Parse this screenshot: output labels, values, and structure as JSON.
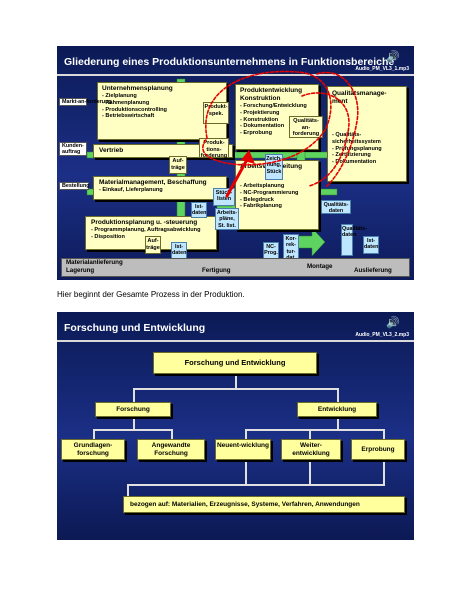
{
  "slide1": {
    "title": "Gliederung eines Produktionsunternehmens in Funktionsbereiche",
    "audio": "Audio_PM_VL3_1.mp3",
    "unternehmensplanung": {
      "title": "Unternehmensplanung",
      "items": [
        "Zielplanung",
        "Rahmenplanung",
        "Produktionscontrolling",
        "Betriebswirtschaft"
      ]
    },
    "vertrieb": {
      "title": "Vertrieb"
    },
    "produktentwicklung": {
      "title": "Produktentwicklung",
      "subtitle": "Konstruktion",
      "items": [
        "Forschung/Entwicklung",
        "Projektierung",
        "Konstruktion",
        "Dokumentation",
        "Erprobung"
      ]
    },
    "qualitaet": {
      "title": "Qualitätsmanage-ment",
      "items": [
        "Qualitäts-sicherheitssystem",
        "Prüfungsplanung",
        "Zertifizierung",
        "Dokumentation"
      ]
    },
    "material": {
      "title": "Materialmanagement, Beschaffung",
      "items": [
        "Einkauf, Lieferplanung"
      ]
    },
    "arbeitsvorbereitung": {
      "title": "Arbeitsvorbereitung",
      "items": [
        "Arbeitsplanung",
        "NC-Programmierung",
        "Belegdruck",
        "Fabrikplanung"
      ]
    },
    "produktionsplanung": {
      "title": "Produktionsplanung u. -steuerung",
      "items": [
        "Programmplanung, Auftragsabwicklung",
        "Disposition"
      ]
    },
    "labels": {
      "marktanforderung": "Markt-an-forderung",
      "kundenauftrag": "Kunden-auftrag",
      "bestellung": "Bestellung",
      "produktspek": "Produkt-spek.",
      "produktionsanforderung": "Produk-tions-forderung",
      "auftraege1": "Auf-träge",
      "qualitaetsanforderung": "Qualitäts-an-forderung",
      "stuecklisten": "Stück-listen",
      "zeichnung": "Zeich-nung, Stück",
      "istdaten1": "Ist-daten",
      "arbeitsplaene": "Arbeits-pläne, St. list.",
      "qualitaetsdaten": "Qualitäts-daten",
      "auftraege2": "Auf-träge",
      "istdaten2": "Ist-daten",
      "ncprog": "NC-Prog.",
      "korrektur": "Kor-rek-tur-dat.",
      "qualitaetsdaten2": "Qualitäts-daten",
      "istdaten3": "Ist-daten"
    },
    "phases": {
      "materialanlieferung": "Materialanlieferung",
      "lagerung": "Lagerung",
      "fertigung": "Fertigung",
      "montage": "Montage",
      "auslieferung": "Auslieferung"
    }
  },
  "caption": "Hier beginnt der Gesamte Prozess in der Produktion.",
  "slide2": {
    "title": "Forschung und Entwicklung",
    "audio": "Audio_PM_VL3_2.mp3",
    "root": "Forschung und Entwicklung",
    "forschung": "Forschung",
    "entwicklung": "Entwicklung",
    "grundlagen": "Grundlagen-forschung",
    "angewandte": "Angewandte Forschung",
    "neuentwicklung": "Neuent-wicklung",
    "weiterentwicklung": "Weiter-entwicklung",
    "erprobung": "Erprobung",
    "bezogen": "bezogen auf: Materialien, Erzeugnisse, Systeme, Verfahren, Anwendungen"
  },
  "colors": {
    "slide_bg": "#1c2f86",
    "box_fill": "#ffffc4",
    "tree_fill": "#ffff9e",
    "annotation_red": "#e60000",
    "arrow_green": "#5fd35f",
    "data_blue": "#bfe6ff"
  }
}
